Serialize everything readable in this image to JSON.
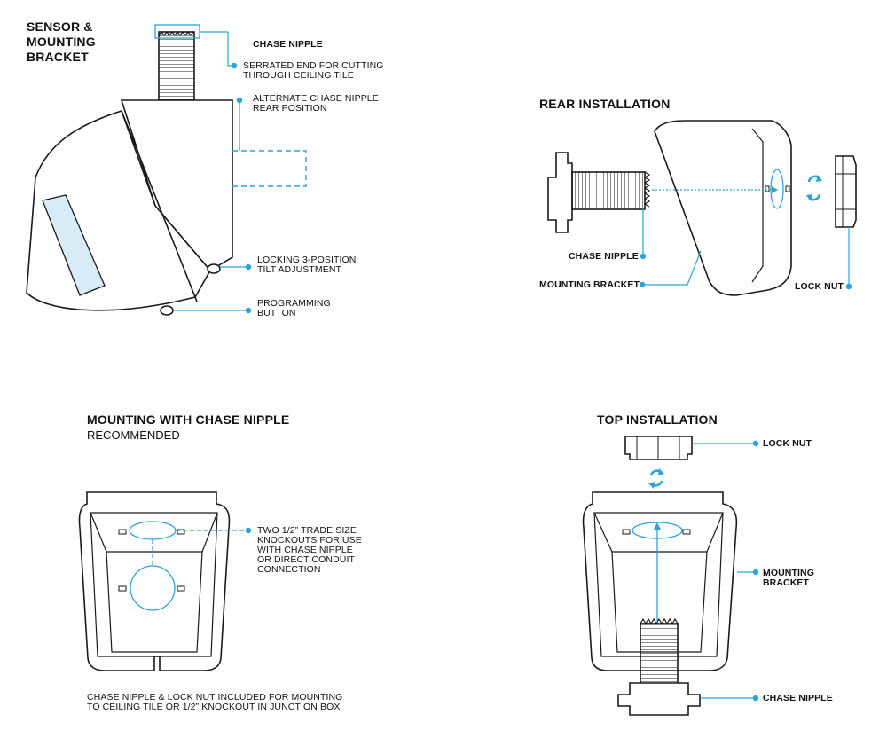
{
  "colors": {
    "accent": "#29a3d9",
    "ink": "#1a1a1a",
    "fill_shade": "#d7ecf6"
  },
  "panel_sensor": {
    "title": "SENSOR &\nMOUNTING\nBRACKET",
    "labels": {
      "chase_nipple": "CHASE NIPPLE",
      "serrated_end": "SERRATED END FOR CUTTING\nTHROUGH CEILING TILE",
      "alternate": "ALTERNATE CHASE NIPPLE\nREAR POSITION",
      "locking": "LOCKING 3-POSITION\nTILT ADJUSTMENT",
      "programming": "PROGRAMMING\nBUTTON"
    }
  },
  "panel_rear": {
    "title": "REAR INSTALLATION",
    "labels": {
      "chase_nipple": "CHASE NIPPLE",
      "mounting_bracket": "MOUNTING BRACKET",
      "lock_nut": "LOCK NUT"
    }
  },
  "panel_mounting": {
    "title": "MOUNTING WITH CHASE NIPPLE",
    "subtitle": "RECOMMENDED",
    "labels": {
      "knockouts": "TWO 1/2” TRADE SIZE\nKNOCKOUTS FOR USE\nWITH CHASE NIPPLE\nOR DIRECT CONDUIT\nCONNECTION"
    },
    "footnote": "CHASE NIPPLE & LOCK NUT INCLUDED FOR MOUNTING\nTO CEILING TILE OR 1/2” KNOCKOUT IN JUNCTION BOX"
  },
  "panel_top": {
    "title": "TOP INSTALLATION",
    "labels": {
      "lock_nut": "LOCK NUT",
      "mounting_bracket": "MOUNTING\nBRACKET",
      "chase_nipple": "CHASE NIPPLE"
    }
  }
}
